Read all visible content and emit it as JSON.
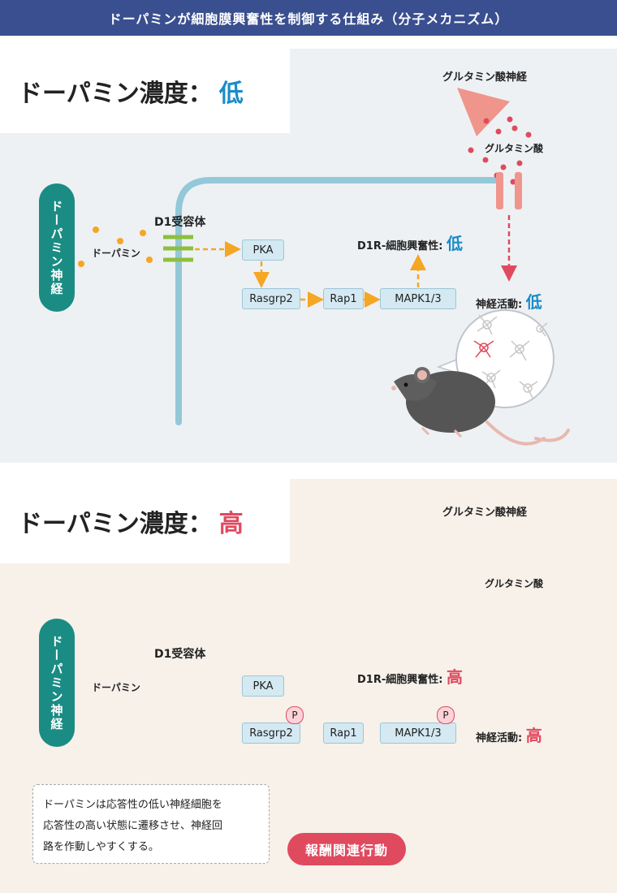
{
  "title": "ドーパミンが細胞膜興奮性を制御する仕組み（分子メカニズム）",
  "colors": {
    "low": "#1a8cc8",
    "high": "#e04a5f",
    "title_bg": "#3a4f8f",
    "neuron": "#1a8c84"
  },
  "panels": [
    {
      "id": "low",
      "concentration_label": "ドーパミン濃度：",
      "concentration_value": "低",
      "dopamine_neuron": "ドーパミン神経",
      "dopamine_label": "ドーパミン",
      "receptor_label": "D1受容体",
      "glutamate_neuron": "グルタミン酸神経",
      "glutamate_label": "グルタミン酸",
      "pathway": [
        "PKA",
        "Rasgrp2",
        "Rap1",
        "MAPK1/3"
      ],
      "excitability_label": "D1R-細胞興奮性:",
      "excitability_value": "低",
      "activity_label": "神経活動:",
      "activity_value": "低"
    },
    {
      "id": "high",
      "concentration_label": "ドーパミン濃度：",
      "concentration_value": "高",
      "dopamine_neuron": "ドーパミン神経",
      "dopamine_label": "ドーパミン",
      "receptor_label": "D1受容体",
      "glutamate_neuron": "グルタミン酸神経",
      "glutamate_label": "グルタミン酸",
      "pathway": [
        "PKA",
        "Rasgrp2",
        "Rap1",
        "MAPK1/3"
      ],
      "phospho_label": "P",
      "excitability_label": "D1R-細胞興奮性:",
      "excitability_value": "高",
      "activity_label": "神経活動:",
      "activity_value": "高"
    }
  ],
  "note": [
    "ドーパミンは応答性の低い神経細胞を",
    "応答性の高い状態に遷移させ、神経回",
    "路を作動しやすくする。"
  ],
  "reward_label": "報酬関連行動"
}
